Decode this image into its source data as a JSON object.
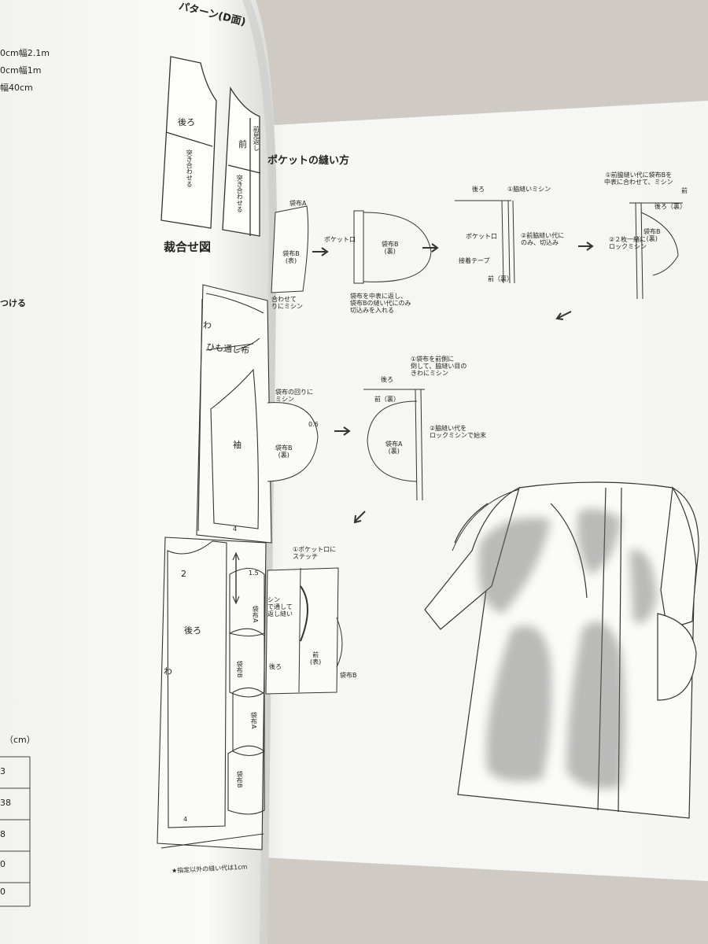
{
  "left_page": {
    "fabric_lines": [
      "0cm幅2.1m",
      "0cm幅1m",
      "幅40cm"
    ],
    "sew_note": "つける",
    "unit_label": "（cm）",
    "table_values": [
      "3",
      "38",
      "8",
      "0",
      "0"
    ]
  },
  "center_page": {
    "pattern_heading": "パターン(D面)",
    "pattern_labels": {
      "back": "後ろ",
      "front": "前",
      "align_note": "突き合わせる",
      "align_note2": "突き合わせる",
      "front_yoke": "前見返し"
    },
    "layout_heading": "裁合せ図",
    "layout_labels": {
      "fold_1": "わ",
      "fold_2": "わ",
      "drawstring": "ひも通し布",
      "sleeve": "袖",
      "back": "後ろ",
      "pocket_a1": "袋布A",
      "pocket_b1": "袋布B",
      "pocket_a2": "袋布A",
      "pocket_b2": "袋布B",
      "num_4a": "4",
      "num_2": "2",
      "num_4b": "4",
      "num_15": "1.5",
      "footnote": "★指定以外の縫い代は1cm"
    }
  },
  "right_page": {
    "heading": "ポケットの縫い方",
    "step1": {
      "pocket_a": "袋布A",
      "pocket_b": "袋布B\n(表)",
      "note": "合わせて\nりにミシン"
    },
    "step2": {
      "pocket_mouth": "ポケット口",
      "pocket_b": "袋布B\n(裏)",
      "note": "袋布を中表に返し、\n袋布Bの縫い代にのみ\n切込みを入れる"
    },
    "step3": {
      "back": "後ろ",
      "n1": "①脇縫いミシン",
      "pocket_mouth": "ポケット口",
      "n2": "②前脇縫い代に\nのみ、切込み",
      "tape": "接着テープ",
      "front": "前（裏）"
    },
    "step4": {
      "n1": "①前脇縫い代に袋布Bを\n中表に合わせて、ミシン",
      "front": "前",
      "back": "後ろ（裏）",
      "pocket_b": "袋布B\n(裏)",
      "n2": "②２枚一緒に\nロックミシン"
    },
    "step5": {
      "note": "袋布の回りに\nミシン",
      "pocket_b": "袋布B\n(裏)",
      "num": "0.6"
    },
    "step6": {
      "n1": "①袋布を前側に\n倒して、脇縫い目の\nきわにミシン",
      "back": "後ろ",
      "front": "前（裏）",
      "n2": "②脇縫い代を\nロックミシンで始末",
      "pocket_a": "袋布A\n(裏)"
    },
    "step7": {
      "n1": "①ポケット口に\nステッチ",
      "side": "シン\nで通して\n返し縫い",
      "back": "後ろ",
      "front": "前\n(表)",
      "pocket_b": "袋布B"
    }
  }
}
